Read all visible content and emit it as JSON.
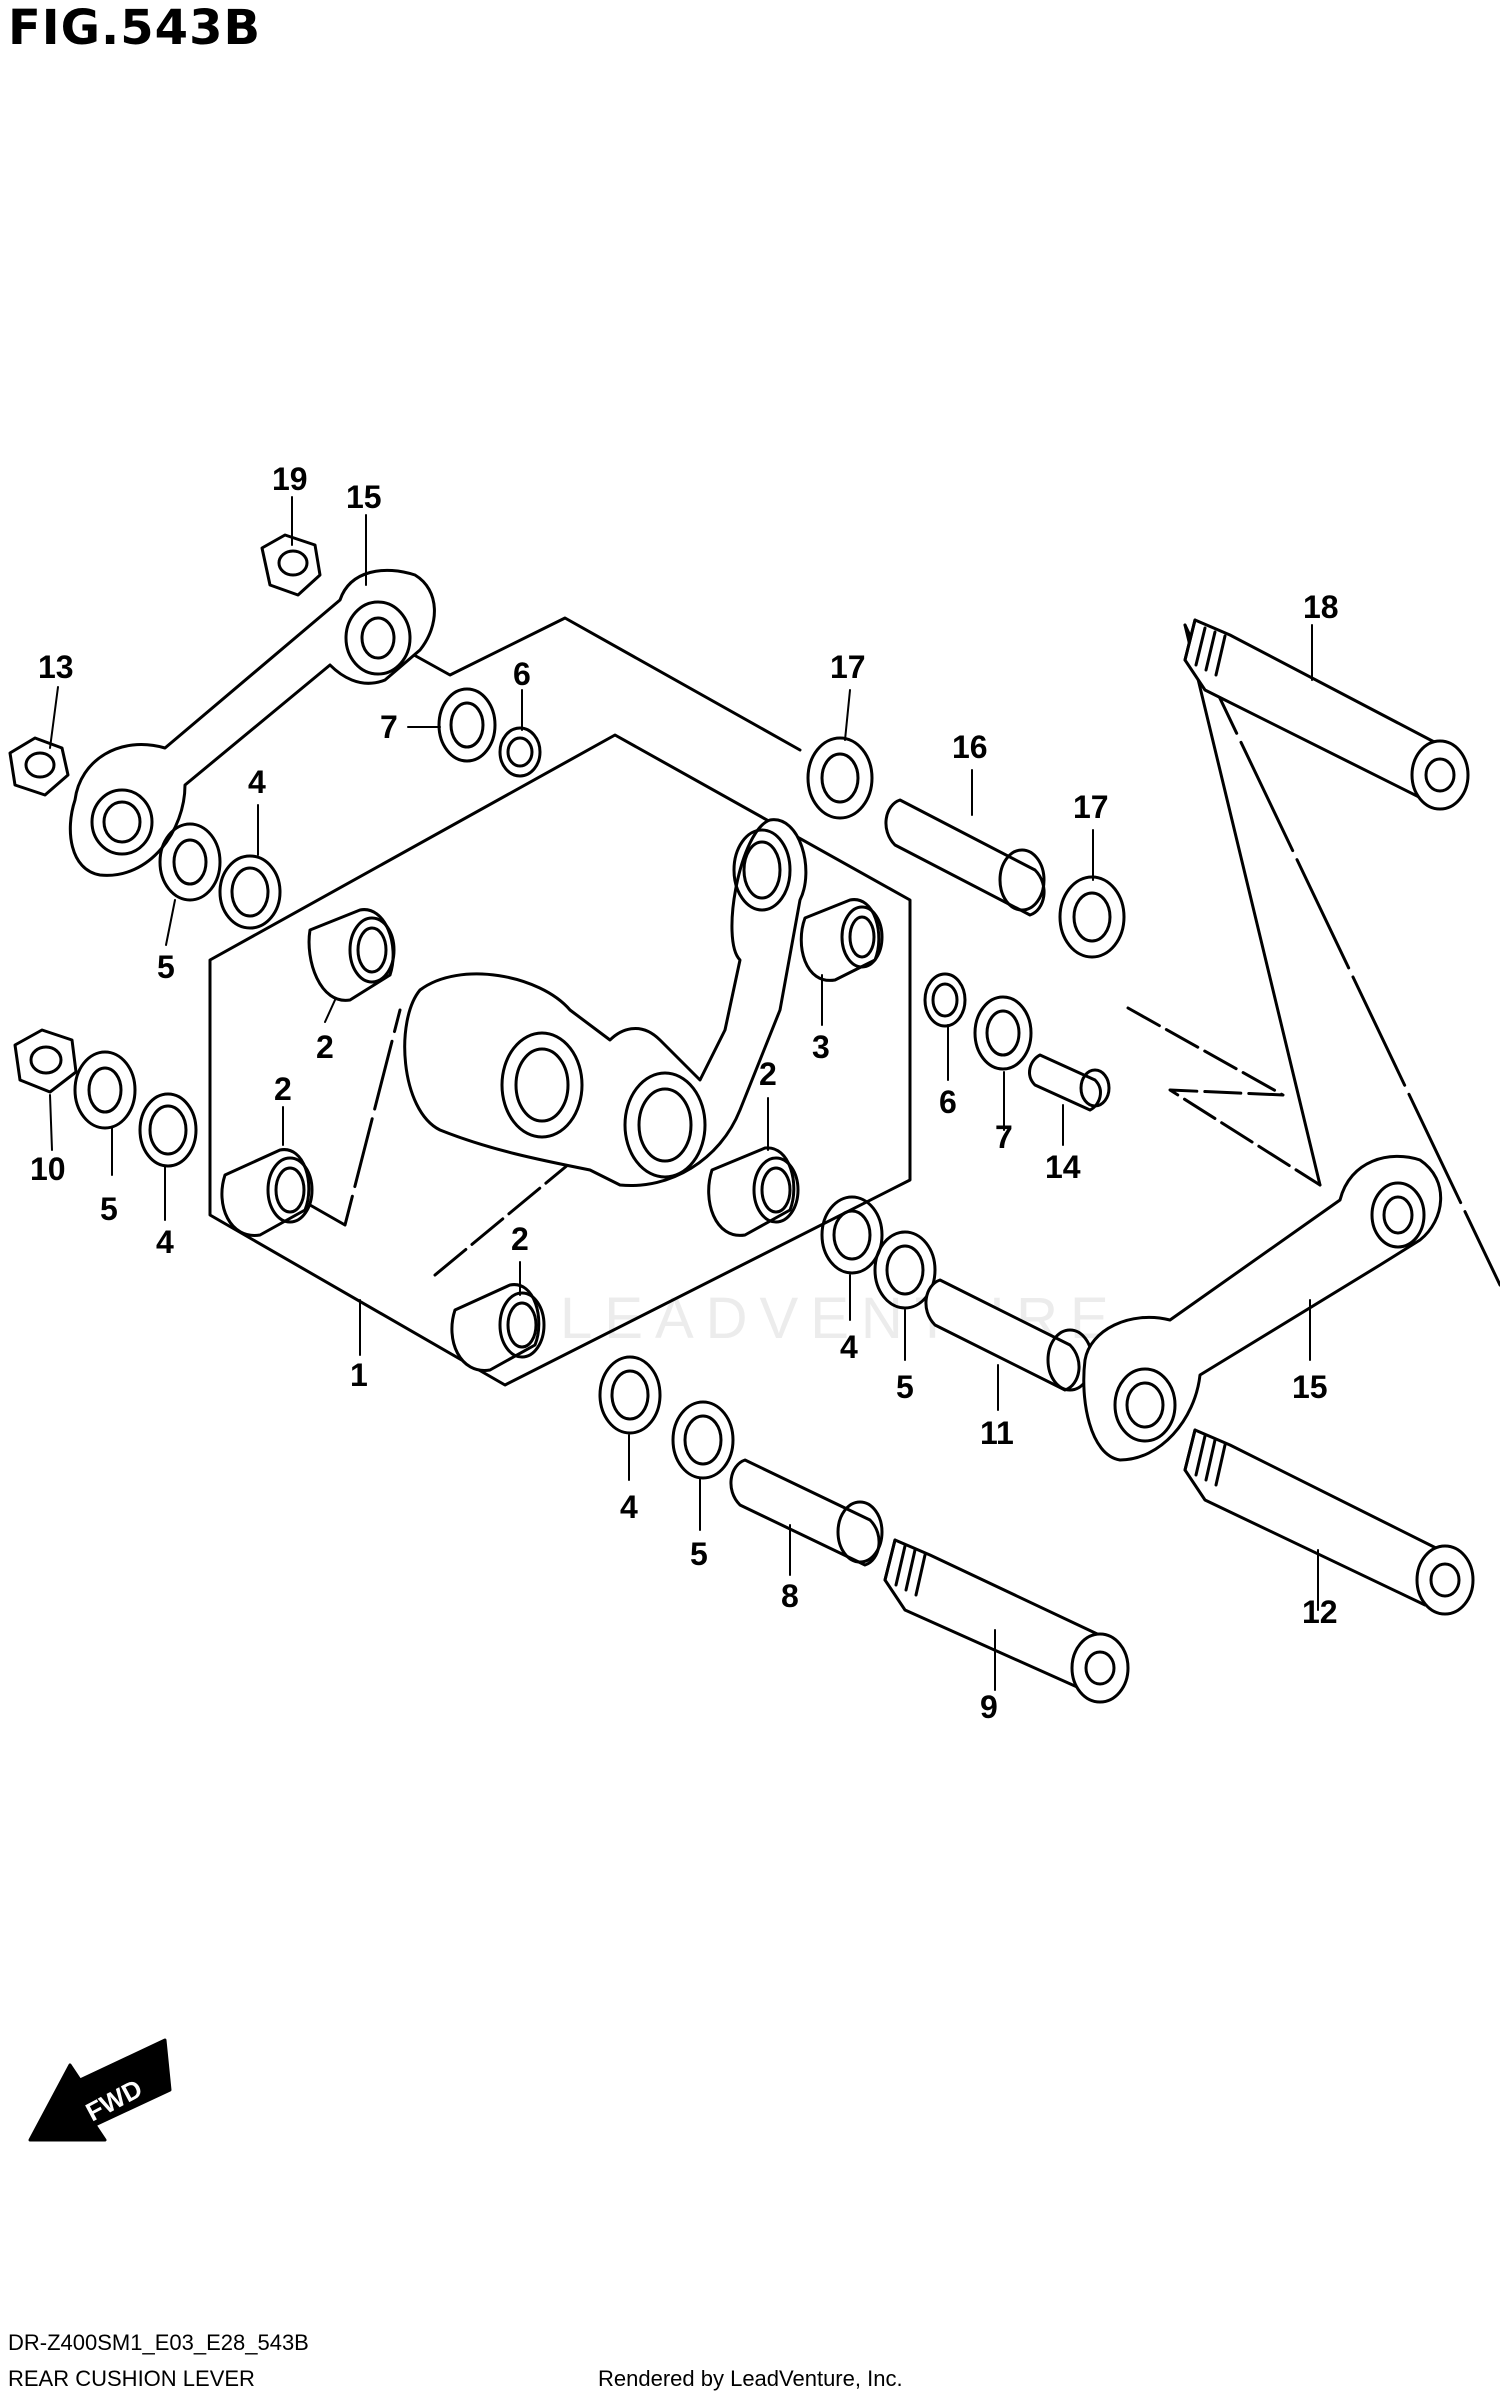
{
  "figure_title": "FIG.543B",
  "callouts": {
    "c1": "1",
    "c2a": "2",
    "c2b": "2",
    "c2c": "2",
    "c2d": "2",
    "c3": "3",
    "c4a": "4",
    "c4b": "4",
    "c4c": "4",
    "c4d": "4",
    "c5a": "5",
    "c5b": "5",
    "c5c": "5",
    "c5d": "5",
    "c6a": "6",
    "c6b": "6",
    "c7a": "7",
    "c7b": "7",
    "c8": "8",
    "c9": "9",
    "c10": "10",
    "c11": "11",
    "c12": "12",
    "c13": "13",
    "c14": "14",
    "c15a": "15",
    "c15b": "15",
    "c16": "16",
    "c17a": "17",
    "c17b": "17",
    "c18": "18",
    "c19": "19"
  },
  "fwd_label": "FWD",
  "watermark": "LEADVENTURE",
  "footer": {
    "model_code": "DR-Z400SM1_E03_E28_543B",
    "section_name": "REAR CUSHION LEVER",
    "rendered_by": "Rendered by LeadVenture, Inc."
  }
}
